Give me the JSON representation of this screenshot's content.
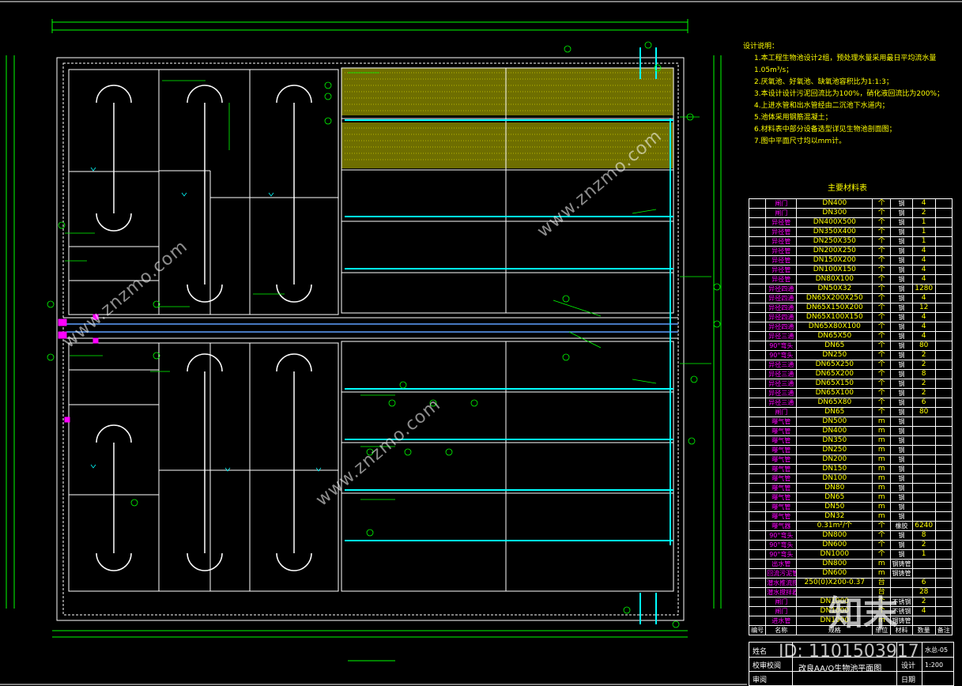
{
  "notes": {
    "title": "设计说明：",
    "items": [
      "1.本工程生物池设计2组，预处理水量采用最日平均流水量1.05m³/s；",
      "2.厌氧池、好氧池、缺氧池容积比为1:1:3；",
      "3.本设计设计污泥回流比为100%，硝化液回流比为200%；",
      "4.上进水管和出水管经由二沉池下水道内；",
      "5.池体采用钢筋混凝土；",
      "6.材料表中部分设备选型详见生物池剖面图；",
      "7.图中平面尺寸均以mm计。"
    ]
  },
  "table": {
    "title": "主要材料表",
    "header": {
      "idx": "编号",
      "name": "名称",
      "spec": "规格",
      "unit": "单位",
      "material": "材料",
      "qty": "数量",
      "remark": "备注"
    },
    "rows": [
      {
        "name": "闸门",
        "spec": "DN400",
        "unit": "个",
        "material": "钢",
        "qty": "4"
      },
      {
        "name": "闸门",
        "spec": "DN300",
        "unit": "个",
        "material": "钢",
        "qty": "2"
      },
      {
        "name": "异径管",
        "spec": "DN400X500",
        "unit": "个",
        "material": "钢",
        "qty": "1"
      },
      {
        "name": "异径管",
        "spec": "DN350X400",
        "unit": "个",
        "material": "钢",
        "qty": "1"
      },
      {
        "name": "异径管",
        "spec": "DN250X350",
        "unit": "个",
        "material": "钢",
        "qty": "1"
      },
      {
        "name": "异径管",
        "spec": "DN200X250",
        "unit": "个",
        "material": "钢",
        "qty": "4"
      },
      {
        "name": "异径管",
        "spec": "DN150X200",
        "unit": "个",
        "material": "钢",
        "qty": "4"
      },
      {
        "name": "异径管",
        "spec": "DN100X150",
        "unit": "个",
        "material": "钢",
        "qty": "4"
      },
      {
        "name": "异径管",
        "spec": "DN80X100",
        "unit": "个",
        "material": "钢",
        "qty": "4"
      },
      {
        "name": "异径四通",
        "spec": "DN50X32",
        "unit": "个",
        "material": "钢",
        "qty": "1280"
      },
      {
        "name": "异径四通",
        "spec": "DN65X200X250",
        "unit": "个",
        "material": "钢",
        "qty": "4"
      },
      {
        "name": "异径四通",
        "spec": "DN65X150X200",
        "unit": "个",
        "material": "钢",
        "qty": "12"
      },
      {
        "name": "异径四通",
        "spec": "DN65X100X150",
        "unit": "个",
        "material": "钢",
        "qty": "4"
      },
      {
        "name": "异径四通",
        "spec": "DN65X80X100",
        "unit": "个",
        "material": "钢",
        "qty": "4"
      },
      {
        "name": "异径三通",
        "spec": "DN65X50",
        "unit": "个",
        "material": "钢",
        "qty": "4"
      },
      {
        "name": "90°弯头",
        "spec": "DN65",
        "unit": "个",
        "material": "钢",
        "qty": "80"
      },
      {
        "name": "90°弯头",
        "spec": "DN250",
        "unit": "个",
        "material": "钢",
        "qty": "2"
      },
      {
        "name": "异径三通",
        "spec": "DN65X250",
        "unit": "个",
        "material": "钢",
        "qty": "2"
      },
      {
        "name": "异径三通",
        "spec": "DN65X200",
        "unit": "个",
        "material": "钢",
        "qty": "8"
      },
      {
        "name": "异径三通",
        "spec": "DN65X150",
        "unit": "个",
        "material": "钢",
        "qty": "2"
      },
      {
        "name": "异径三通",
        "spec": "DN65X100",
        "unit": "个",
        "material": "钢",
        "qty": "2"
      },
      {
        "name": "异径三通",
        "spec": "DN65X80",
        "unit": "个",
        "material": "钢",
        "qty": "6"
      },
      {
        "name": "闸门",
        "spec": "DN65",
        "unit": "个",
        "material": "钢",
        "qty": "80"
      },
      {
        "name": "曝气管",
        "spec": "DN500",
        "unit": "m",
        "material": "钢",
        "qty": ""
      },
      {
        "name": "曝气管",
        "spec": "DN400",
        "unit": "m",
        "material": "钢",
        "qty": ""
      },
      {
        "name": "曝气管",
        "spec": "DN350",
        "unit": "m",
        "material": "钢",
        "qty": ""
      },
      {
        "name": "曝气管",
        "spec": "DN250",
        "unit": "m",
        "material": "钢",
        "qty": ""
      },
      {
        "name": "曝气管",
        "spec": "DN200",
        "unit": "m",
        "material": "钢",
        "qty": ""
      },
      {
        "name": "曝气管",
        "spec": "DN150",
        "unit": "m",
        "material": "钢",
        "qty": ""
      },
      {
        "name": "曝气管",
        "spec": "DN100",
        "unit": "m",
        "material": "钢",
        "qty": ""
      },
      {
        "name": "曝气管",
        "spec": "DN80",
        "unit": "m",
        "material": "钢",
        "qty": ""
      },
      {
        "name": "曝气管",
        "spec": "DN65",
        "unit": "m",
        "material": "钢",
        "qty": ""
      },
      {
        "name": "曝气管",
        "spec": "DN50",
        "unit": "m",
        "material": "钢",
        "qty": ""
      },
      {
        "name": "曝气管",
        "spec": "DN32",
        "unit": "m",
        "material": "钢",
        "qty": ""
      },
      {
        "name": "曝气器",
        "spec": "0.31m²/个",
        "unit": "个",
        "material": "橡胶",
        "qty": "6240"
      },
      {
        "name": "90°弯头",
        "spec": "DN800",
        "unit": "个",
        "material": "钢",
        "qty": "8"
      },
      {
        "name": "90°弯头",
        "spec": "DN600",
        "unit": "个",
        "material": "钢",
        "qty": "2"
      },
      {
        "name": "90°弯头",
        "spec": "DN1000",
        "unit": "个",
        "material": "钢",
        "qty": "1"
      },
      {
        "name": "出水管",
        "spec": "DN800",
        "unit": "m",
        "material": "钢铸管",
        "qty": ""
      },
      {
        "name": "回流污泥管",
        "spec": "DN600",
        "unit": "m",
        "material": "钢铸管",
        "qty": ""
      },
      {
        "name": "潜水推流搅拌器",
        "spec": "250(0)X200-0.37",
        "unit": "台",
        "material": "",
        "qty": "6"
      },
      {
        "name": "潜水搅拌器",
        "spec": "",
        "unit": "台",
        "material": "",
        "qty": "28"
      },
      {
        "name": "闸门",
        "spec": "DN1000",
        "unit": "个",
        "material": "不锈钢",
        "qty": "2"
      },
      {
        "name": "闸门",
        "spec": "DN1000",
        "unit": "个",
        "material": "不锈钢",
        "qty": "4"
      },
      {
        "name": "进水管",
        "spec": "DN1000",
        "unit": "m",
        "material": "钢铸管",
        "qty": ""
      }
    ]
  },
  "titleblock": {
    "drawing_title": "改良AA/O生物池平面图",
    "labels": {
      "name": "姓名",
      "check": "校审校阅",
      "audit": "审阅",
      "design": "设计",
      "date": "日期"
    },
    "number": "水总-05",
    "scale": "1:200"
  },
  "watermark": {
    "site": "www.znzmo.com",
    "brand": "知末",
    "id_text": "ID: 1101503917"
  },
  "colors": {
    "background": "#000000",
    "wall": "#ffffff",
    "pipe": "#00ffff",
    "aeration": "#ffff00",
    "dimension": "#00ff00",
    "valve": "#ff00ff"
  }
}
